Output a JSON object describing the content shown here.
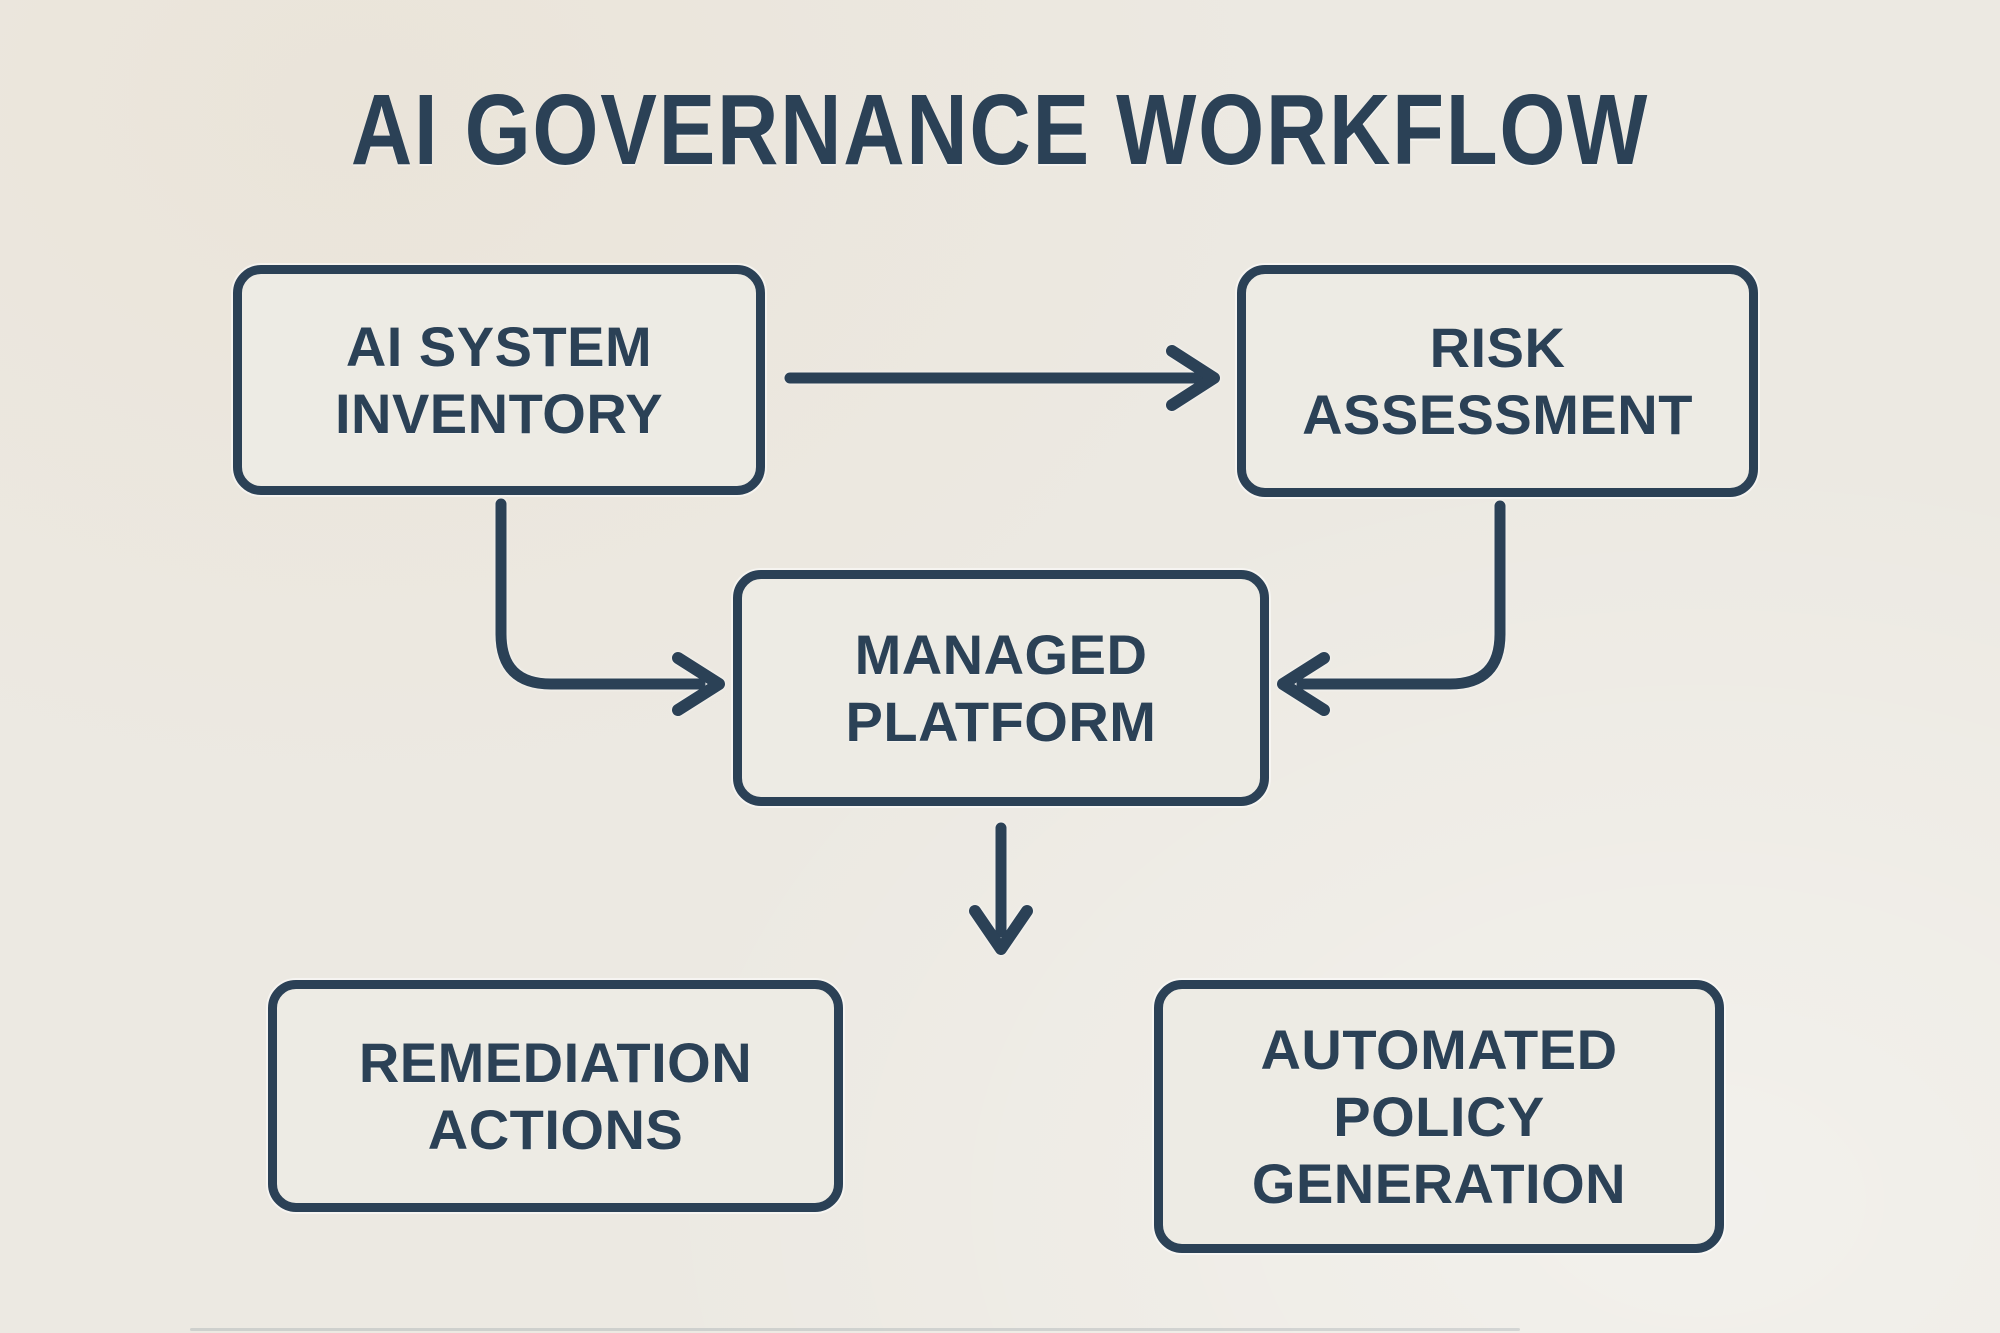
{
  "title": "AI GOVERNANCE WORKFLOW",
  "colors": {
    "background": "#ECE9E2",
    "panel_fill": "#EDEBE4",
    "ink": "#2B4156"
  },
  "nodes": [
    {
      "id": "ai-system-inventory",
      "lines": [
        "AI SYSTEM",
        "INVENTORY"
      ]
    },
    {
      "id": "risk-assessment",
      "lines": [
        "RISK",
        "ASSESSMENT"
      ]
    },
    {
      "id": "managed-platform",
      "lines": [
        "MANAGED",
        "PLATFORM"
      ]
    },
    {
      "id": "remediation-actions",
      "lines": [
        "REMEDIATION",
        "ACTIONS"
      ]
    },
    {
      "id": "automated-policy-generation",
      "lines": [
        "AUTOMATED",
        "POLICY",
        "GENERATION"
      ]
    }
  ],
  "edges": [
    {
      "from": "ai-system-inventory",
      "to": "risk-assessment",
      "shape": "straight-right"
    },
    {
      "from": "ai-system-inventory",
      "to": "managed-platform",
      "shape": "elbow-down-right"
    },
    {
      "from": "risk-assessment",
      "to": "managed-platform",
      "shape": "elbow-down-left"
    },
    {
      "from": "managed-platform",
      "to": null,
      "shape": "straight-down"
    }
  ]
}
